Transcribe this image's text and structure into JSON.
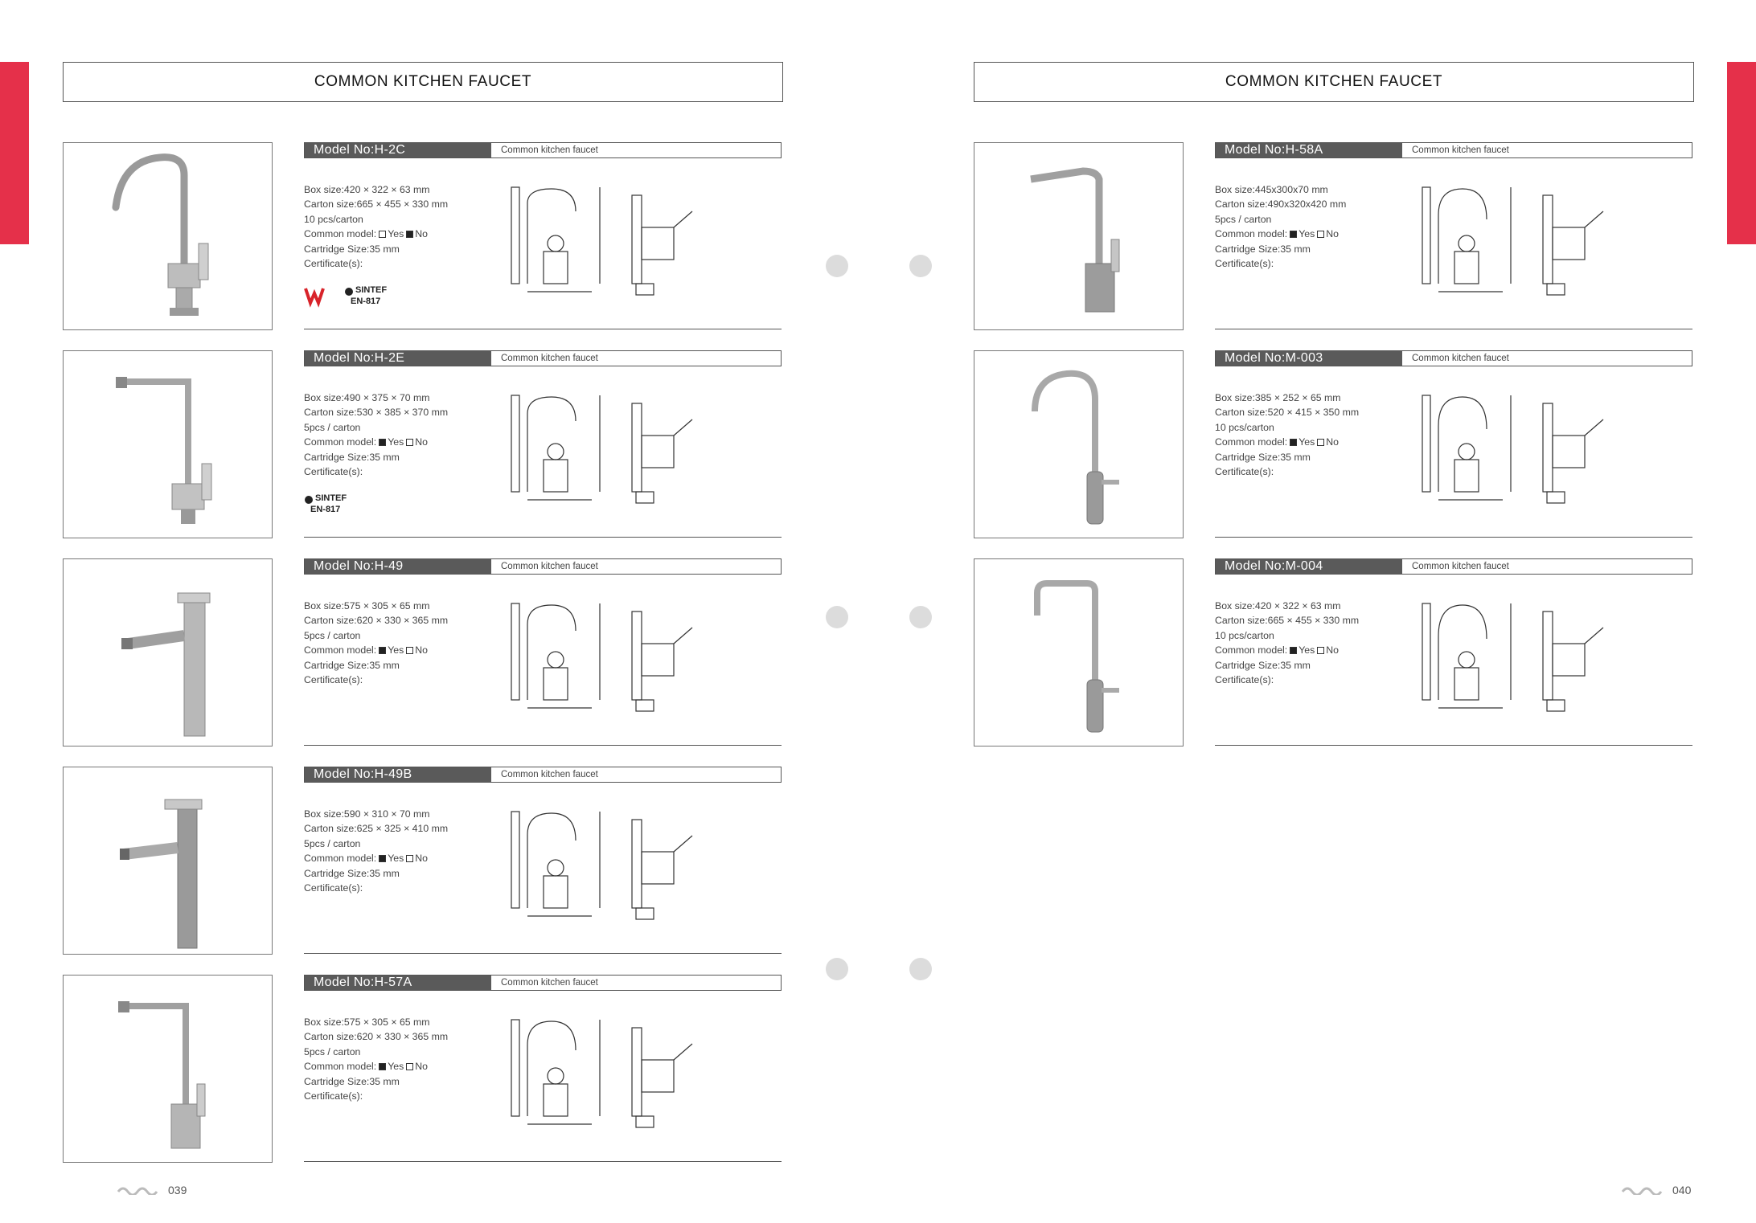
{
  "pages": [
    {
      "section_title": "COMMON KITCHEN FAUCET",
      "page_number": "039",
      "products": [
        {
          "model": "Model No:H-2C",
          "type": "Common kitchen faucet",
          "box_size": "Box size:420 × 322 × 63 mm",
          "carton_size": "Carton size:665 × 455 × 330 mm",
          "packing": "10 pcs/carton",
          "common_model_prefix": "Common model:",
          "yes": "Yes",
          "no": "No",
          "common_model_yes": false,
          "cartridge": "Cartridge Size:35 mm",
          "certificate": "Certificate(s):",
          "cert_text_1": "SINTEF",
          "cert_text_2": "EN-817",
          "cert_watermark": "Watermark"
        },
        {
          "model": "Model No:H-2E",
          "type": "Common kitchen faucet",
          "box_size": "Box size:490 × 375 × 70 mm",
          "carton_size": "Carton size:530 × 385 × 370 mm",
          "packing": "5pcs / carton",
          "common_model_prefix": "Common model:",
          "yes": "Yes",
          "no": "No",
          "common_model_yes": true,
          "cartridge": "Cartridge Size:35 mm",
          "certificate": "Certificate(s):",
          "cert_text_1": "SINTEF",
          "cert_text_2": "EN-817"
        },
        {
          "model": "Model No:H-49",
          "type": "Common kitchen faucet",
          "box_size": "Box size:575 × 305 × 65 mm",
          "carton_size": "Carton size:620 × 330 × 365 mm",
          "packing": "5pcs / carton",
          "common_model_prefix": "Common model:",
          "yes": "Yes",
          "no": "No",
          "common_model_yes": true,
          "cartridge": "Cartridge Size:35 mm",
          "certificate": "Certificate(s):"
        },
        {
          "model": "Model No:H-49B",
          "type": "Common kitchen faucet",
          "box_size": "Box size:590 × 310 × 70 mm",
          "carton_size": "Carton size:625 × 325 × 410 mm",
          "packing": "5pcs / carton",
          "common_model_prefix": "Common model:",
          "yes": "Yes",
          "no": "No",
          "common_model_yes": true,
          "cartridge": "Cartridge Size:35 mm",
          "certificate": "Certificate(s):"
        },
        {
          "model": "Model No:H-57A",
          "type": "Common kitchen faucet",
          "box_size": "Box size:575 × 305 × 65 mm",
          "carton_size": "Carton size:620 × 330 × 365 mm",
          "packing": "5pcs / carton",
          "common_model_prefix": "Common model:",
          "yes": "Yes",
          "no": "No",
          "common_model_yes": true,
          "cartridge": "Cartridge Size:35 mm",
          "certificate": "Certificate(s):"
        }
      ]
    },
    {
      "section_title": "COMMON KITCHEN FAUCET",
      "page_number": "040",
      "products": [
        {
          "model": "Model No:H-58A",
          "type": "Common kitchen faucet",
          "box_size": "Box size:445x300x70 mm",
          "carton_size": "Carton size:490x320x420 mm",
          "packing": "5pcs / carton",
          "common_model_prefix": "Common model:",
          "yes": "Yes",
          "no": "No",
          "common_model_yes": true,
          "cartridge": "Cartridge Size:35 mm",
          "certificate": "Certificate(s):"
        },
        {
          "model": "Model No:M-003",
          "type": "Common kitchen faucet",
          "box_size": "Box size:385 × 252 × 65 mm",
          "carton_size": "Carton size:520 × 415 × 350 mm",
          "packing": "10 pcs/carton",
          "common_model_prefix": "Common model:",
          "yes": "Yes",
          "no": "No",
          "common_model_yes": true,
          "cartridge": "Cartridge Size:35 mm",
          "certificate": "Certificate(s):"
        },
        {
          "model": "Model No:M-004",
          "type": "Common kitchen faucet",
          "box_size": "Box size:420 × 322 × 63 mm",
          "carton_size": "Carton size:665 × 455 × 330 mm",
          "packing": "10 pcs/carton",
          "common_model_prefix": "Common model:",
          "yes": "Yes",
          "no": "No",
          "common_model_yes": true,
          "cartridge": "Cartridge Size:35 mm",
          "certificate": "Certificate(s):"
        }
      ]
    }
  ],
  "colors": {
    "accent": "#e5304a",
    "label_bg": "#5a5a5a",
    "dot": "#dcdcdc"
  }
}
